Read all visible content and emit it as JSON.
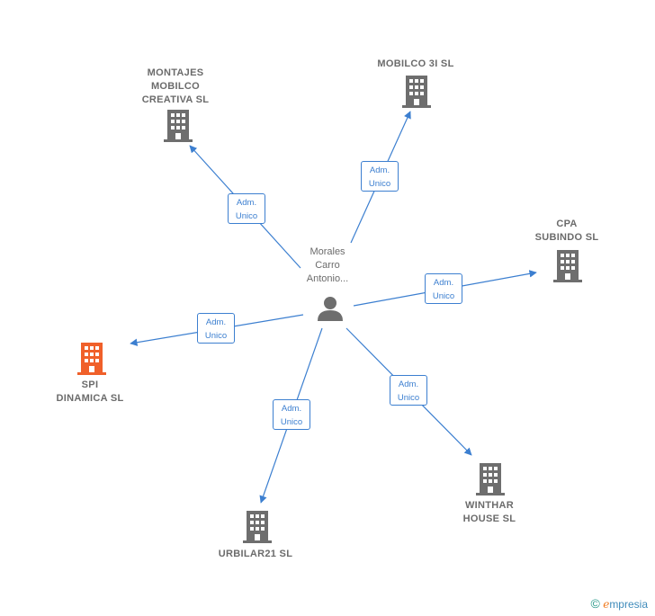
{
  "center": {
    "label": "Morales\nCarro\nAntonio..."
  },
  "nodes": [
    {
      "id": "montajes",
      "label": "MONTAJES\nMOBILCO\nCREATIVA  SL",
      "color": "#6e6e6e"
    },
    {
      "id": "mobilco3i",
      "label": "MOBILCO 3I  SL",
      "color": "#6e6e6e"
    },
    {
      "id": "cpa",
      "label": "CPA\nSUBINDO SL",
      "color": "#6e6e6e"
    },
    {
      "id": "spi",
      "label": "SPI\nDINAMICA  SL",
      "color": "#f0602a"
    },
    {
      "id": "urbilar",
      "label": "URBILAR21  SL",
      "color": "#6e6e6e"
    },
    {
      "id": "winthar",
      "label": "WINTHAR\nHOUSE  SL",
      "color": "#6e6e6e"
    }
  ],
  "edges": [
    {
      "to": "montajes",
      "label": "Adm.\nUnico"
    },
    {
      "to": "mobilco3i",
      "label": "Adm.\nUnico"
    },
    {
      "to": "cpa",
      "label": "Adm.\nUnico"
    },
    {
      "to": "spi",
      "label": "Adm.\nUnico"
    },
    {
      "to": "urbilar",
      "label": "Adm.\nUnico"
    },
    {
      "to": "winthar",
      "label": "Adm.\nUnico"
    }
  ],
  "colors": {
    "edge": "#3c7fd0",
    "building": "#6e6e6e",
    "highlight": "#f0602a",
    "person": "#6e6e6e"
  },
  "footer": {
    "copyright_symbol": "©",
    "brand_initial": "e",
    "brand_rest": "mpresia"
  }
}
